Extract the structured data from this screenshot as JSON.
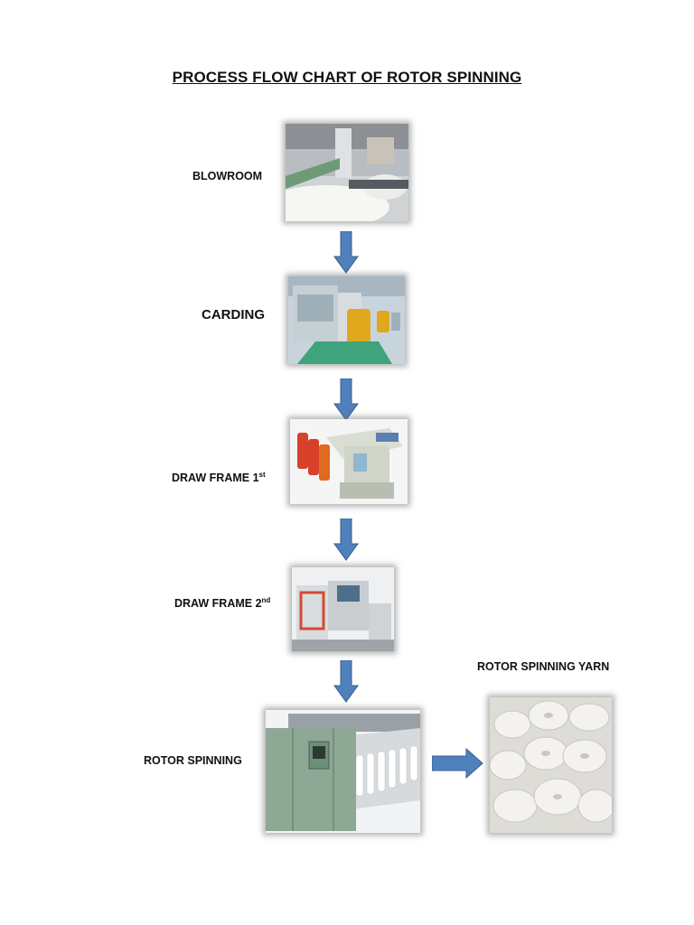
{
  "title": "PROCESS FLOW CHART OF ROTOR SPINNING",
  "steps": [
    {
      "label": "BLOWROOM",
      "sup": ""
    },
    {
      "label": "CARDING",
      "sup": ""
    },
    {
      "label": "DRAW FRAME 1",
      "sup": "st"
    },
    {
      "label": "DRAW FRAME 2",
      "sup": "nd"
    },
    {
      "label": "ROTOR SPINNING",
      "sup": ""
    }
  ],
  "output": {
    "label": "ROTOR SPINNING YARN"
  },
  "colors": {
    "arrow_fill": "#4f81bd",
    "arrow_stroke": "#385d8a"
  }
}
